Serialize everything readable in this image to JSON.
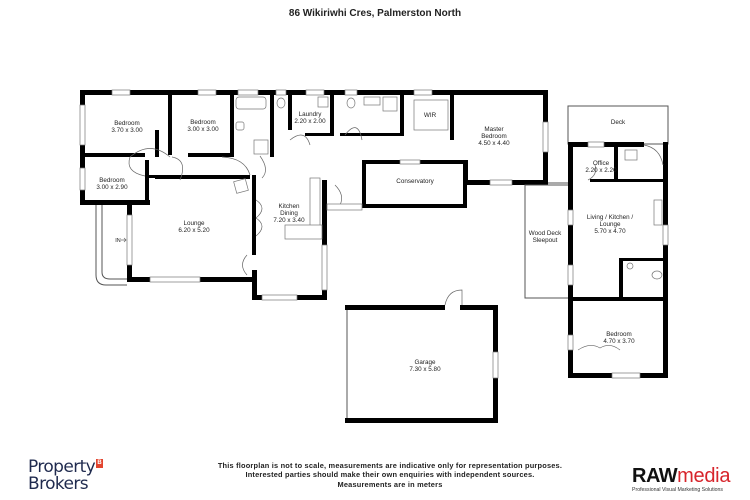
{
  "header": {
    "title": "86 Wikiriwhi Cres, Palmerston North"
  },
  "rooms": [
    {
      "id": "bedroom-1",
      "name": "Bedroom",
      "dims": "3.70 x 3.00"
    },
    {
      "id": "bedroom-2",
      "name": "Bedroom",
      "dims": "3.00 x 3.00"
    },
    {
      "id": "laundry",
      "name": "Laundry",
      "dims": "2.20 x 2.00"
    },
    {
      "id": "wir",
      "name": "WIR",
      "dims": ""
    },
    {
      "id": "master-bedroom",
      "name_line1": "Master",
      "name_line2": "Bedroom",
      "dims": "4.50 x 4.40"
    },
    {
      "id": "bedroom-3",
      "name": "Bedroom",
      "dims": "3.00 x 2.90"
    },
    {
      "id": "conservatory",
      "name": "Conservatory",
      "dims": ""
    },
    {
      "id": "lounge",
      "name": "Lounge",
      "dims": "6.20 x 5.20"
    },
    {
      "id": "kitchen-dining",
      "name_line1": "Kitchen",
      "name_line2": "Dining",
      "dims": "7.20 x 3.40"
    },
    {
      "id": "garage",
      "name": "Garage",
      "dims": "7.30 x 5.80"
    },
    {
      "id": "wood-deck",
      "name_line1": "Wood Deck",
      "name_line2": "Sleepout",
      "dims": ""
    },
    {
      "id": "deck",
      "name": "Deck",
      "dims": ""
    },
    {
      "id": "office",
      "name": "Office",
      "dims": "2.20 x 2.20"
    },
    {
      "id": "living-kitchen-lounge",
      "name_line1": "Living / Kitchen /",
      "name_line2": "Lounge",
      "dims": "5.70 x 4.70"
    },
    {
      "id": "bedroom-4",
      "name": "Bedroom",
      "dims": "4.70 x 3.70"
    }
  ],
  "entrance_marker": "IN",
  "disclaimer": {
    "line1": "This floorplan is not to scale, measurements are indicative only for representation purposes.",
    "line2": "Interested parties should make their own enquiries with independent sources.",
    "line3": "Measurements are in meters"
  },
  "logos": {
    "left": {
      "line1": "Property",
      "line2": "Brokers",
      "flag": "B",
      "color": "#1f2a4e",
      "flag_color": "#e2452f"
    },
    "right": {
      "part1": "RAW",
      "part2": "media",
      "tagline": "Professional Visual Marketing Solutions",
      "accent": "#d7242b"
    }
  }
}
